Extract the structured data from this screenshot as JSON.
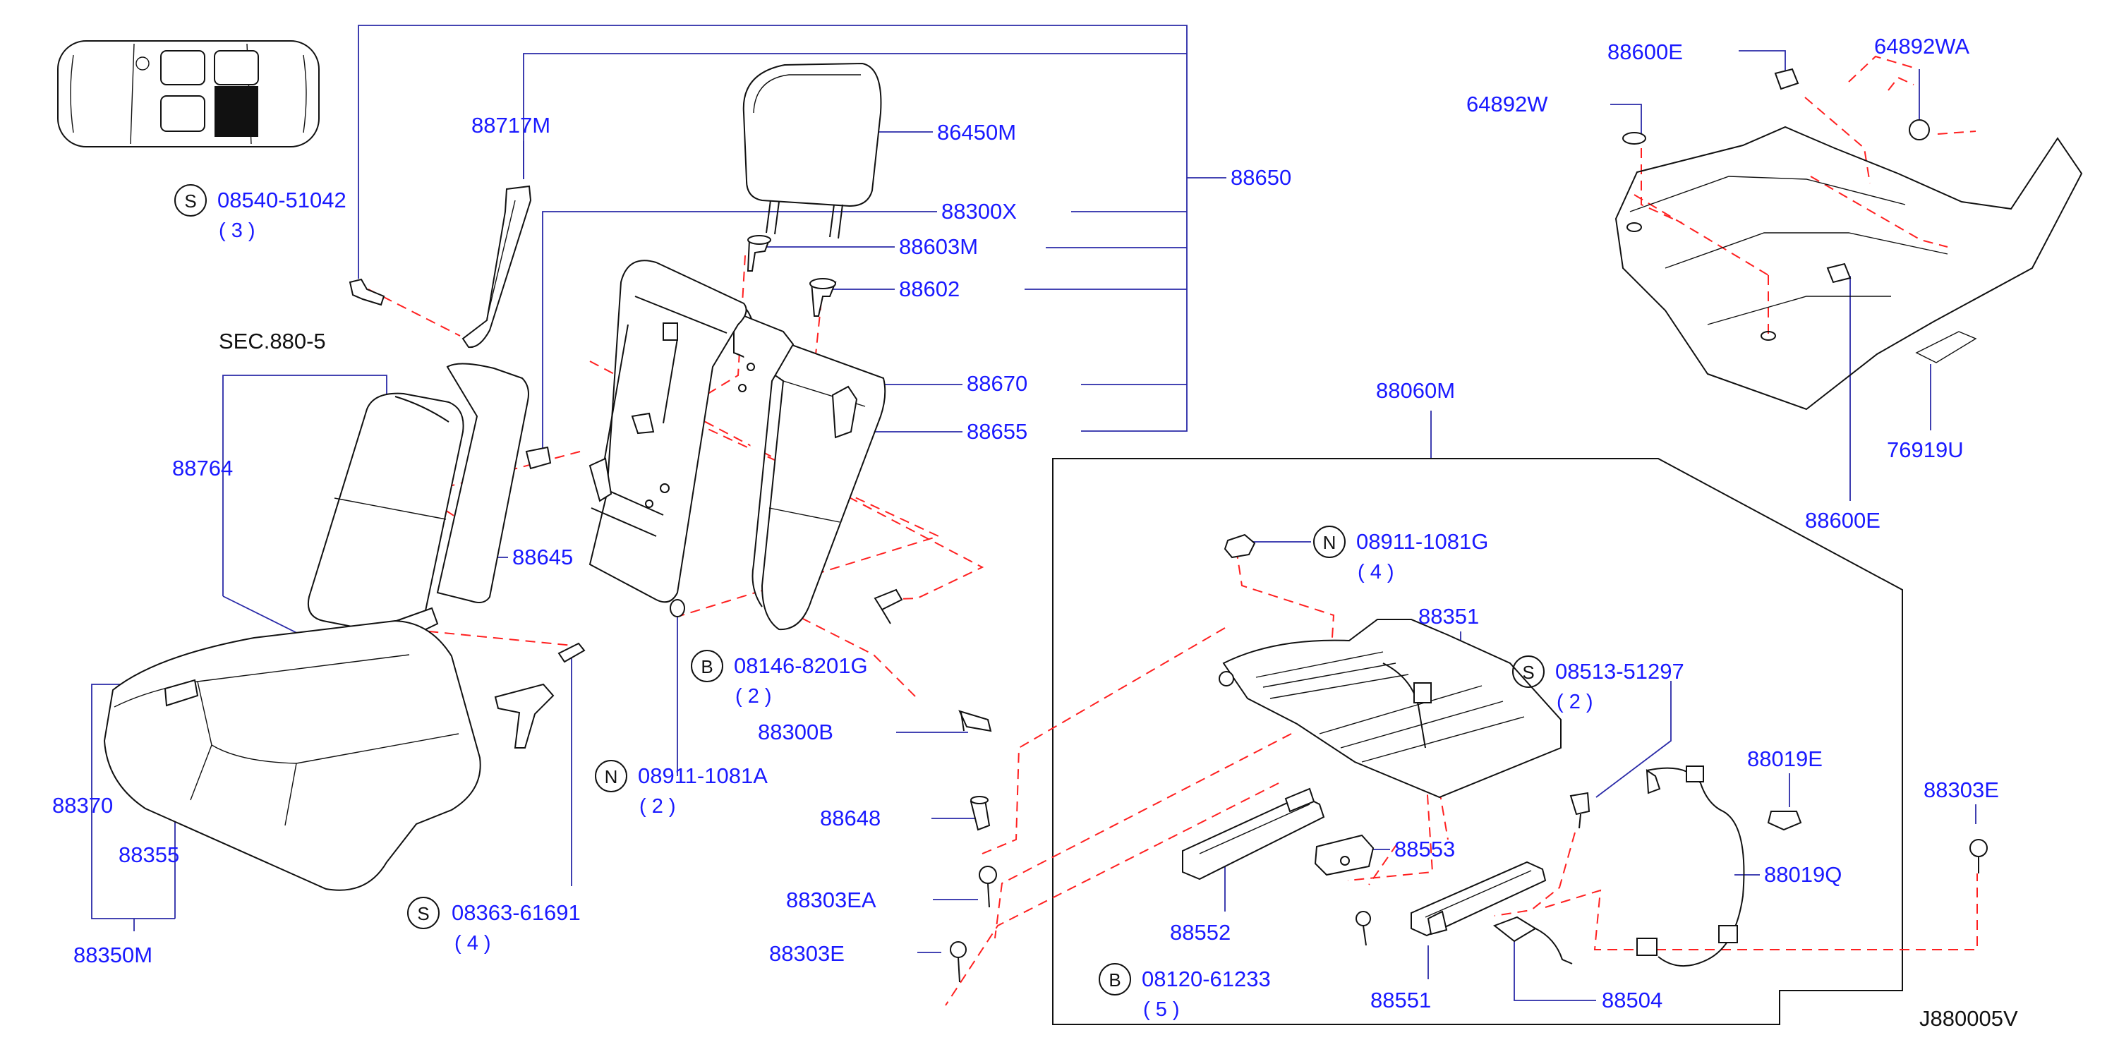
{
  "diagram_code": "J880005V",
  "section_ref": "SEC.880-5",
  "parts": {
    "p88717M": "88717M",
    "p86450M": "86450M",
    "p88650": "88650",
    "p88300X": "88300X",
    "p88603M": "88603M",
    "p88602": "88602",
    "p88670": "88670",
    "p88655": "88655",
    "p88764": "88764",
    "p88645": "88645",
    "p88370": "88370",
    "p88355": "88355",
    "p88350M": "88350M",
    "p88300B": "88300B",
    "p88648": "88648",
    "p88303EA": "88303EA",
    "p88303E_left": "88303E",
    "p88060M": "88060M",
    "p88351": "88351",
    "p88553": "88553",
    "p88552": "88552",
    "p88551": "88551",
    "p88504": "88504",
    "p88019E": "88019E",
    "p88019Q": "88019Q",
    "p88303E_right": "88303E",
    "p88600E_top": "88600E",
    "p64892WA": "64892WA",
    "p64892W": "64892W",
    "p76919U": "76919U",
    "p88600E_bottom": "88600E"
  },
  "fasteners": [
    {
      "letter": "S",
      "number": "08540-51042",
      "qty": "( 3 )"
    },
    {
      "letter": "B",
      "number": "08146-8201G",
      "qty": "( 2 )"
    },
    {
      "letter": "N",
      "number": "08911-1081A",
      "qty": "( 2 )"
    },
    {
      "letter": "S",
      "number": "08363-61691",
      "qty": "( 4 )"
    },
    {
      "letter": "N",
      "number": "08911-1081G",
      "qty": "( 4 )"
    },
    {
      "letter": "S",
      "number": "08513-51297",
      "qty": "( 2 )"
    },
    {
      "letter": "B",
      "number": "08120-61233",
      "qty": "( 5 )"
    }
  ],
  "colors": {
    "label": "#1a1aff",
    "leader": "#2a2aa8",
    "dashed_guide": "#ff2020",
    "ink": "#111111"
  }
}
